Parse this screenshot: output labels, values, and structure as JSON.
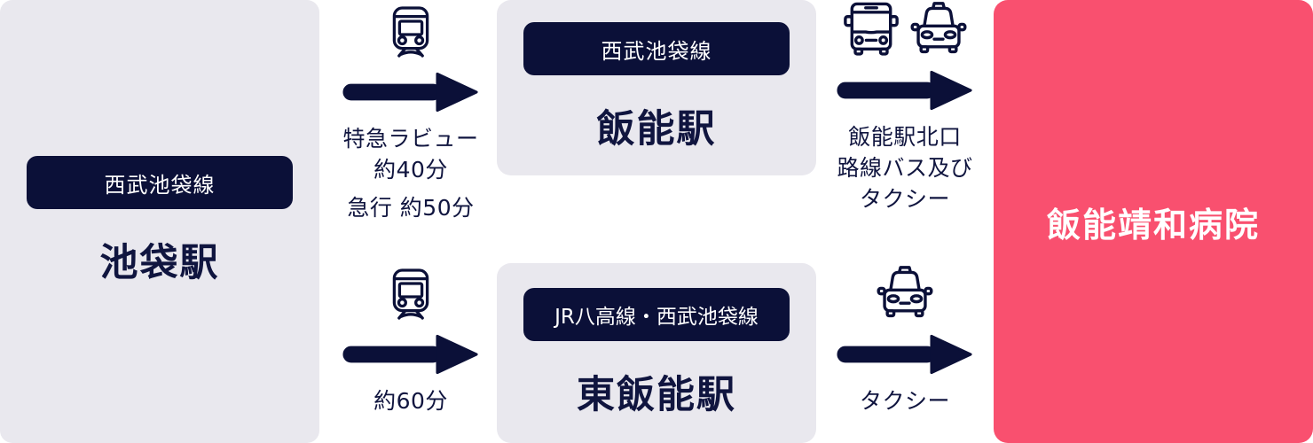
{
  "colors": {
    "navy": "#0b1038",
    "text": "#10153f",
    "pink": "#f9506f",
    "card": "#e9e8ee",
    "white": "#ffffff"
  },
  "cards": {
    "ikebukuro": {
      "badge": "西武池袋線",
      "name": "池袋駅"
    },
    "hanno": {
      "badge": "西武池袋線",
      "name": "飯能駅"
    },
    "higashi_hanno": {
      "badge": "JR八高線・西武池袋線",
      "name": "東飯能駅"
    },
    "hospital": {
      "name": "飯能靖和病院"
    }
  },
  "legs": {
    "ikebukuro_to_hanno": {
      "icons": [
        "train-icon"
      ],
      "lines": [
        "特急ラビュー",
        "約40分",
        "急行 約50分"
      ]
    },
    "hanno_to_hospital": {
      "icons": [
        "bus-icon",
        "taxi-icon"
      ],
      "lines": [
        "飯能駅北口",
        "路線バス及び",
        "タクシー"
      ]
    },
    "ikebukuro_to_higashi_hanno": {
      "icons": [
        "train-icon"
      ],
      "lines": [
        "約60分"
      ]
    },
    "higashi_hanno_to_hospital": {
      "icons": [
        "taxi-icon"
      ],
      "lines": [
        "タクシー"
      ]
    }
  }
}
